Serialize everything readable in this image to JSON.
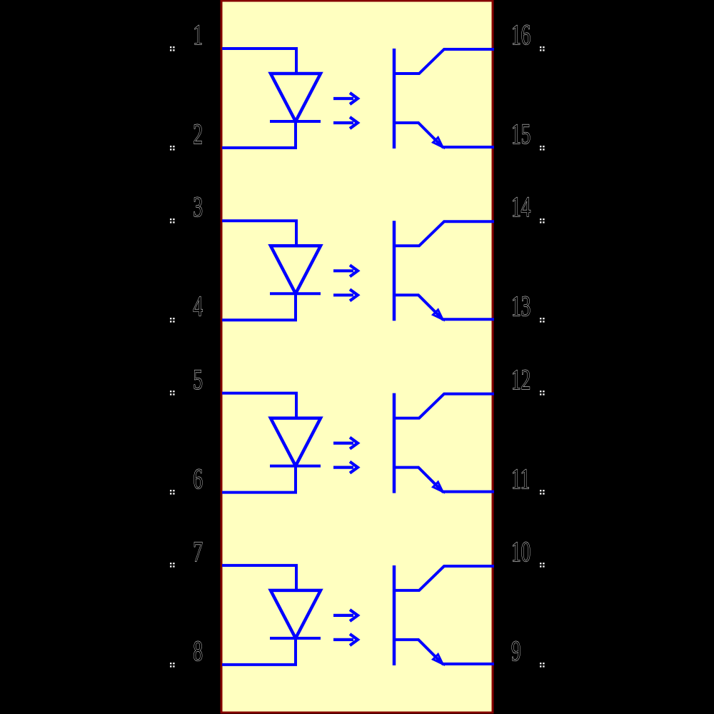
{
  "schematic": {
    "description": "quad-optocoupler-16pin",
    "channel_count": 4,
    "colors": {
      "background": "#000000",
      "body_fill": "#FFFFC0",
      "body_border": "#840000",
      "wire": "#0000FF",
      "pin_text_outline": "#DCDCDC",
      "pin_marker": "#F2F2F2"
    },
    "pins": {
      "left": [
        {
          "number": "1"
        },
        {
          "number": "2"
        },
        {
          "number": "3"
        },
        {
          "number": "4"
        },
        {
          "number": "5"
        },
        {
          "number": "6"
        },
        {
          "number": "7"
        },
        {
          "number": "8"
        }
      ],
      "right": [
        {
          "number": "16"
        },
        {
          "number": "15"
        },
        {
          "number": "14"
        },
        {
          "number": "13"
        },
        {
          "number": "12"
        },
        {
          "number": "11"
        },
        {
          "number": "10"
        },
        {
          "number": "9"
        }
      ]
    },
    "channels": [
      {
        "anode_pin": "1",
        "cathode_pin": "2",
        "collector_pin": "16",
        "emitter_pin": "15"
      },
      {
        "anode_pin": "3",
        "cathode_pin": "4",
        "collector_pin": "14",
        "emitter_pin": "13"
      },
      {
        "anode_pin": "5",
        "cathode_pin": "6",
        "collector_pin": "12",
        "emitter_pin": "11"
      },
      {
        "anode_pin": "7",
        "cathode_pin": "8",
        "collector_pin": "10",
        "emitter_pin": "9"
      }
    ]
  }
}
